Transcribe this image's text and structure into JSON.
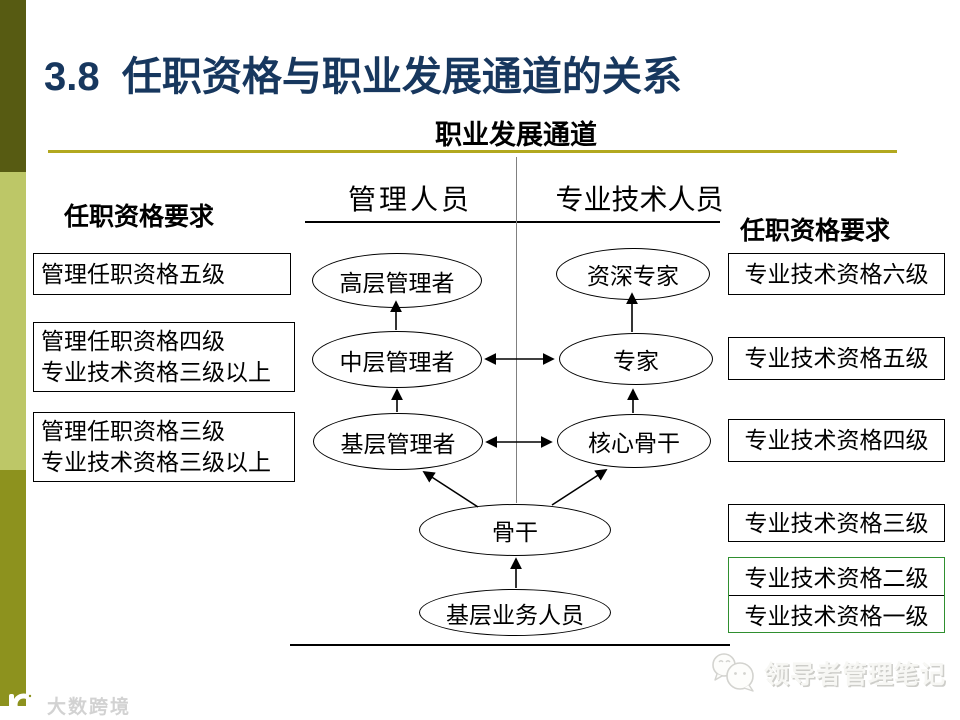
{
  "slide": {
    "title": "3.8  任职资格与职业发展通道的关系",
    "diagram_title": "职业发展通道",
    "left_requirements_label": "任职资格要求",
    "right_requirements_label": "任职资格要求",
    "column_left_label": "管理人员",
    "column_right_label": "专业技术人员"
  },
  "left_boxes": [
    {
      "lines": [
        "管理任职资格五级"
      ]
    },
    {
      "lines": [
        "管理任职资格四级",
        "专业技术资格三级以上"
      ]
    },
    {
      "lines": [
        "管理任职资格三级",
        "专业技术资格三级以上"
      ]
    }
  ],
  "right_boxes": [
    "专业技术资格六级",
    "专业技术资格五级",
    "专业技术资格四级",
    "专业技术资格三级"
  ],
  "green_box": {
    "rows": [
      "专业技术资格二级",
      "专业技术资格一级"
    ]
  },
  "nodes": {
    "mgmt_top": "高层管理者",
    "mgmt_mid": "中层管理者",
    "mgmt_base": "基层管理者",
    "tech_top": "资深专家",
    "tech_mid": "专家",
    "tech_base": "核心骨干",
    "backbone": "骨干",
    "entry": "基层业务人员"
  },
  "watermarks": {
    "bottom_left_text": "大数跨境",
    "bottom_right_text": "领导者管理笔记"
  },
  "icons": {
    "bottom_left": "dashu-kuajing-logo-icon",
    "bottom_right": "wechat-bubbles-icon"
  },
  "colors": {
    "title_blue": "#17375E",
    "bar_dark": "#575B12",
    "bar_light": "#BDC767",
    "bar_mid": "#8D921E",
    "divider_olive": "#B2A81F",
    "green_border": "#2F8F2F",
    "watermark_gray": "#D2D2D2"
  }
}
